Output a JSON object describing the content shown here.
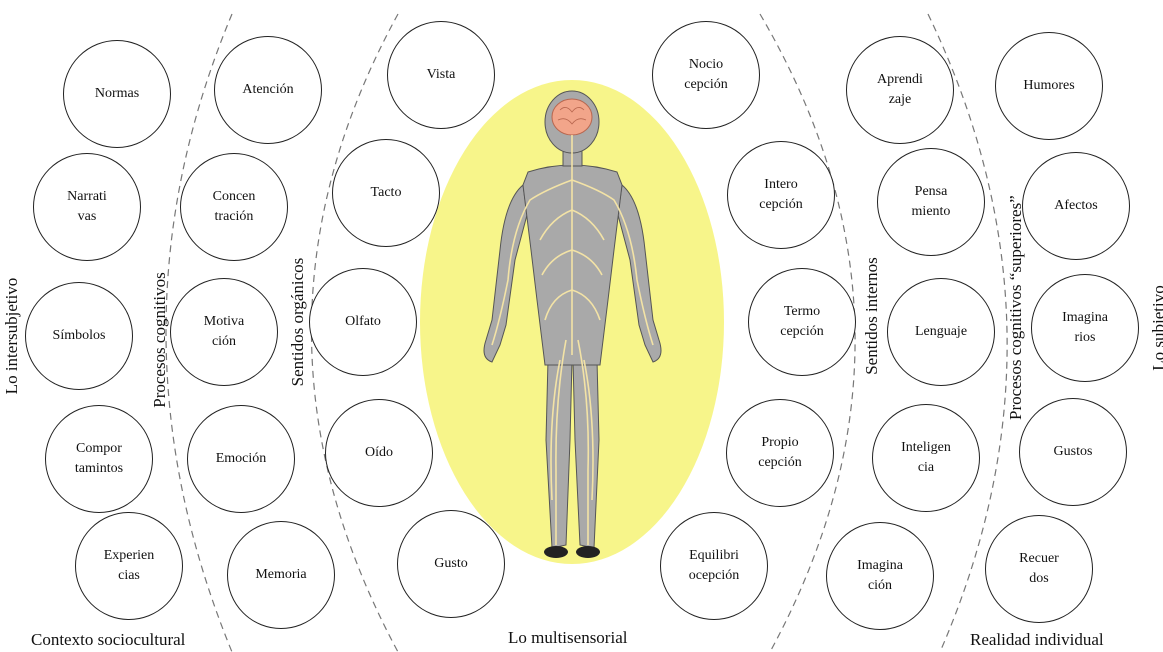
{
  "left_group": {
    "outer_label": "Lo intersubjetivo",
    "inner_label": "Procesos cognitivos",
    "bottom_label": "Contexto sociocultural",
    "col1": [
      "Normas",
      "Narrati\nvas",
      "Símbolos",
      "Compor\ntamintos",
      "Experien\ncias"
    ],
    "col2": [
      "Atención",
      "Concen\ntración",
      "Motiva\nción",
      "Emoción",
      "Memoria"
    ]
  },
  "center_group": {
    "side_label": "Sentidos orgánicos",
    "bottom_label": "Lo multisensorial",
    "organic": [
      "Vista",
      "Tacto",
      "Olfato",
      "Oído",
      "Gusto"
    ],
    "internal": [
      "Nocio\ncepción",
      "Intero\ncepción",
      "Termo\ncepción",
      "Propio\ncepción",
      "Equilibri\nocepción"
    ]
  },
  "right_group": {
    "inner_label": "Sentidos internos",
    "mid_label": "Procesos cognitivos “superiores”",
    "outer_label": "Lo subjetivo",
    "bottom_label": "Realidad individual",
    "col1": [
      "Aprendi\nzaje",
      "Pensa\nmiento",
      "Lenguaje",
      "Inteligen\ncia",
      "Imagina\nción"
    ],
    "col2": [
      "Humores",
      "Afectos",
      "Imagina\nrios",
      "Gustos",
      "Recuer\ndos"
    ]
  },
  "colors": {
    "ellipse_fill": "#f7f58a",
    "body_fill": "#a9a9a9",
    "nerve": "#f3e3a6",
    "brain": "#f2a58a"
  }
}
